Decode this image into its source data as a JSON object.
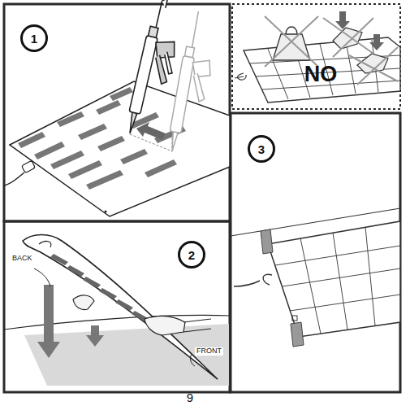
{
  "diagram": {
    "nodes": [
      {
        "text": [
          "1"
        ]
      },
      {
        "text": [
          "2"
        ]
      },
      {
        "text": [
          "3"
        ]
      }
    ],
    "labels": [
      "NO",
      "BACK",
      "FRONT",
      "9"
    ]
  }
}
